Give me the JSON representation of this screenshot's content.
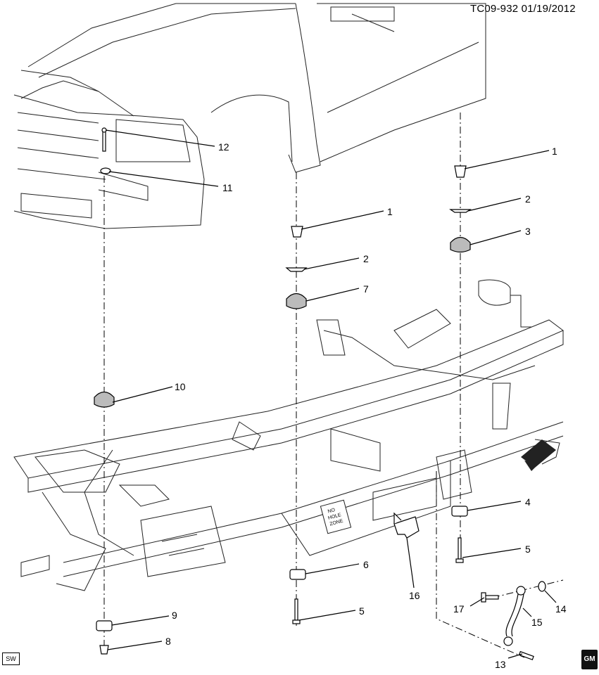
{
  "header": {
    "code": "TC09-932  01/19/2012"
  },
  "labels": {
    "c1a": "1",
    "c1b": "1",
    "c2a": "2",
    "c2b": "2",
    "c3": "3",
    "c4": "4",
    "c5a": "5",
    "c5b": "5",
    "c6": "6",
    "c7": "7",
    "c8": "8",
    "c9": "9",
    "c10": "10",
    "c11": "11",
    "c12": "12",
    "c13": "13",
    "c14": "14",
    "c15": "15",
    "c16": "16",
    "c17": "17"
  },
  "frame_text": {
    "no_hole_zone_1": "NO",
    "no_hole_zone_2": "HOLE",
    "no_hole_zone_3": "ZONE"
  },
  "badges": {
    "sw": "SW",
    "gm": "GM"
  }
}
